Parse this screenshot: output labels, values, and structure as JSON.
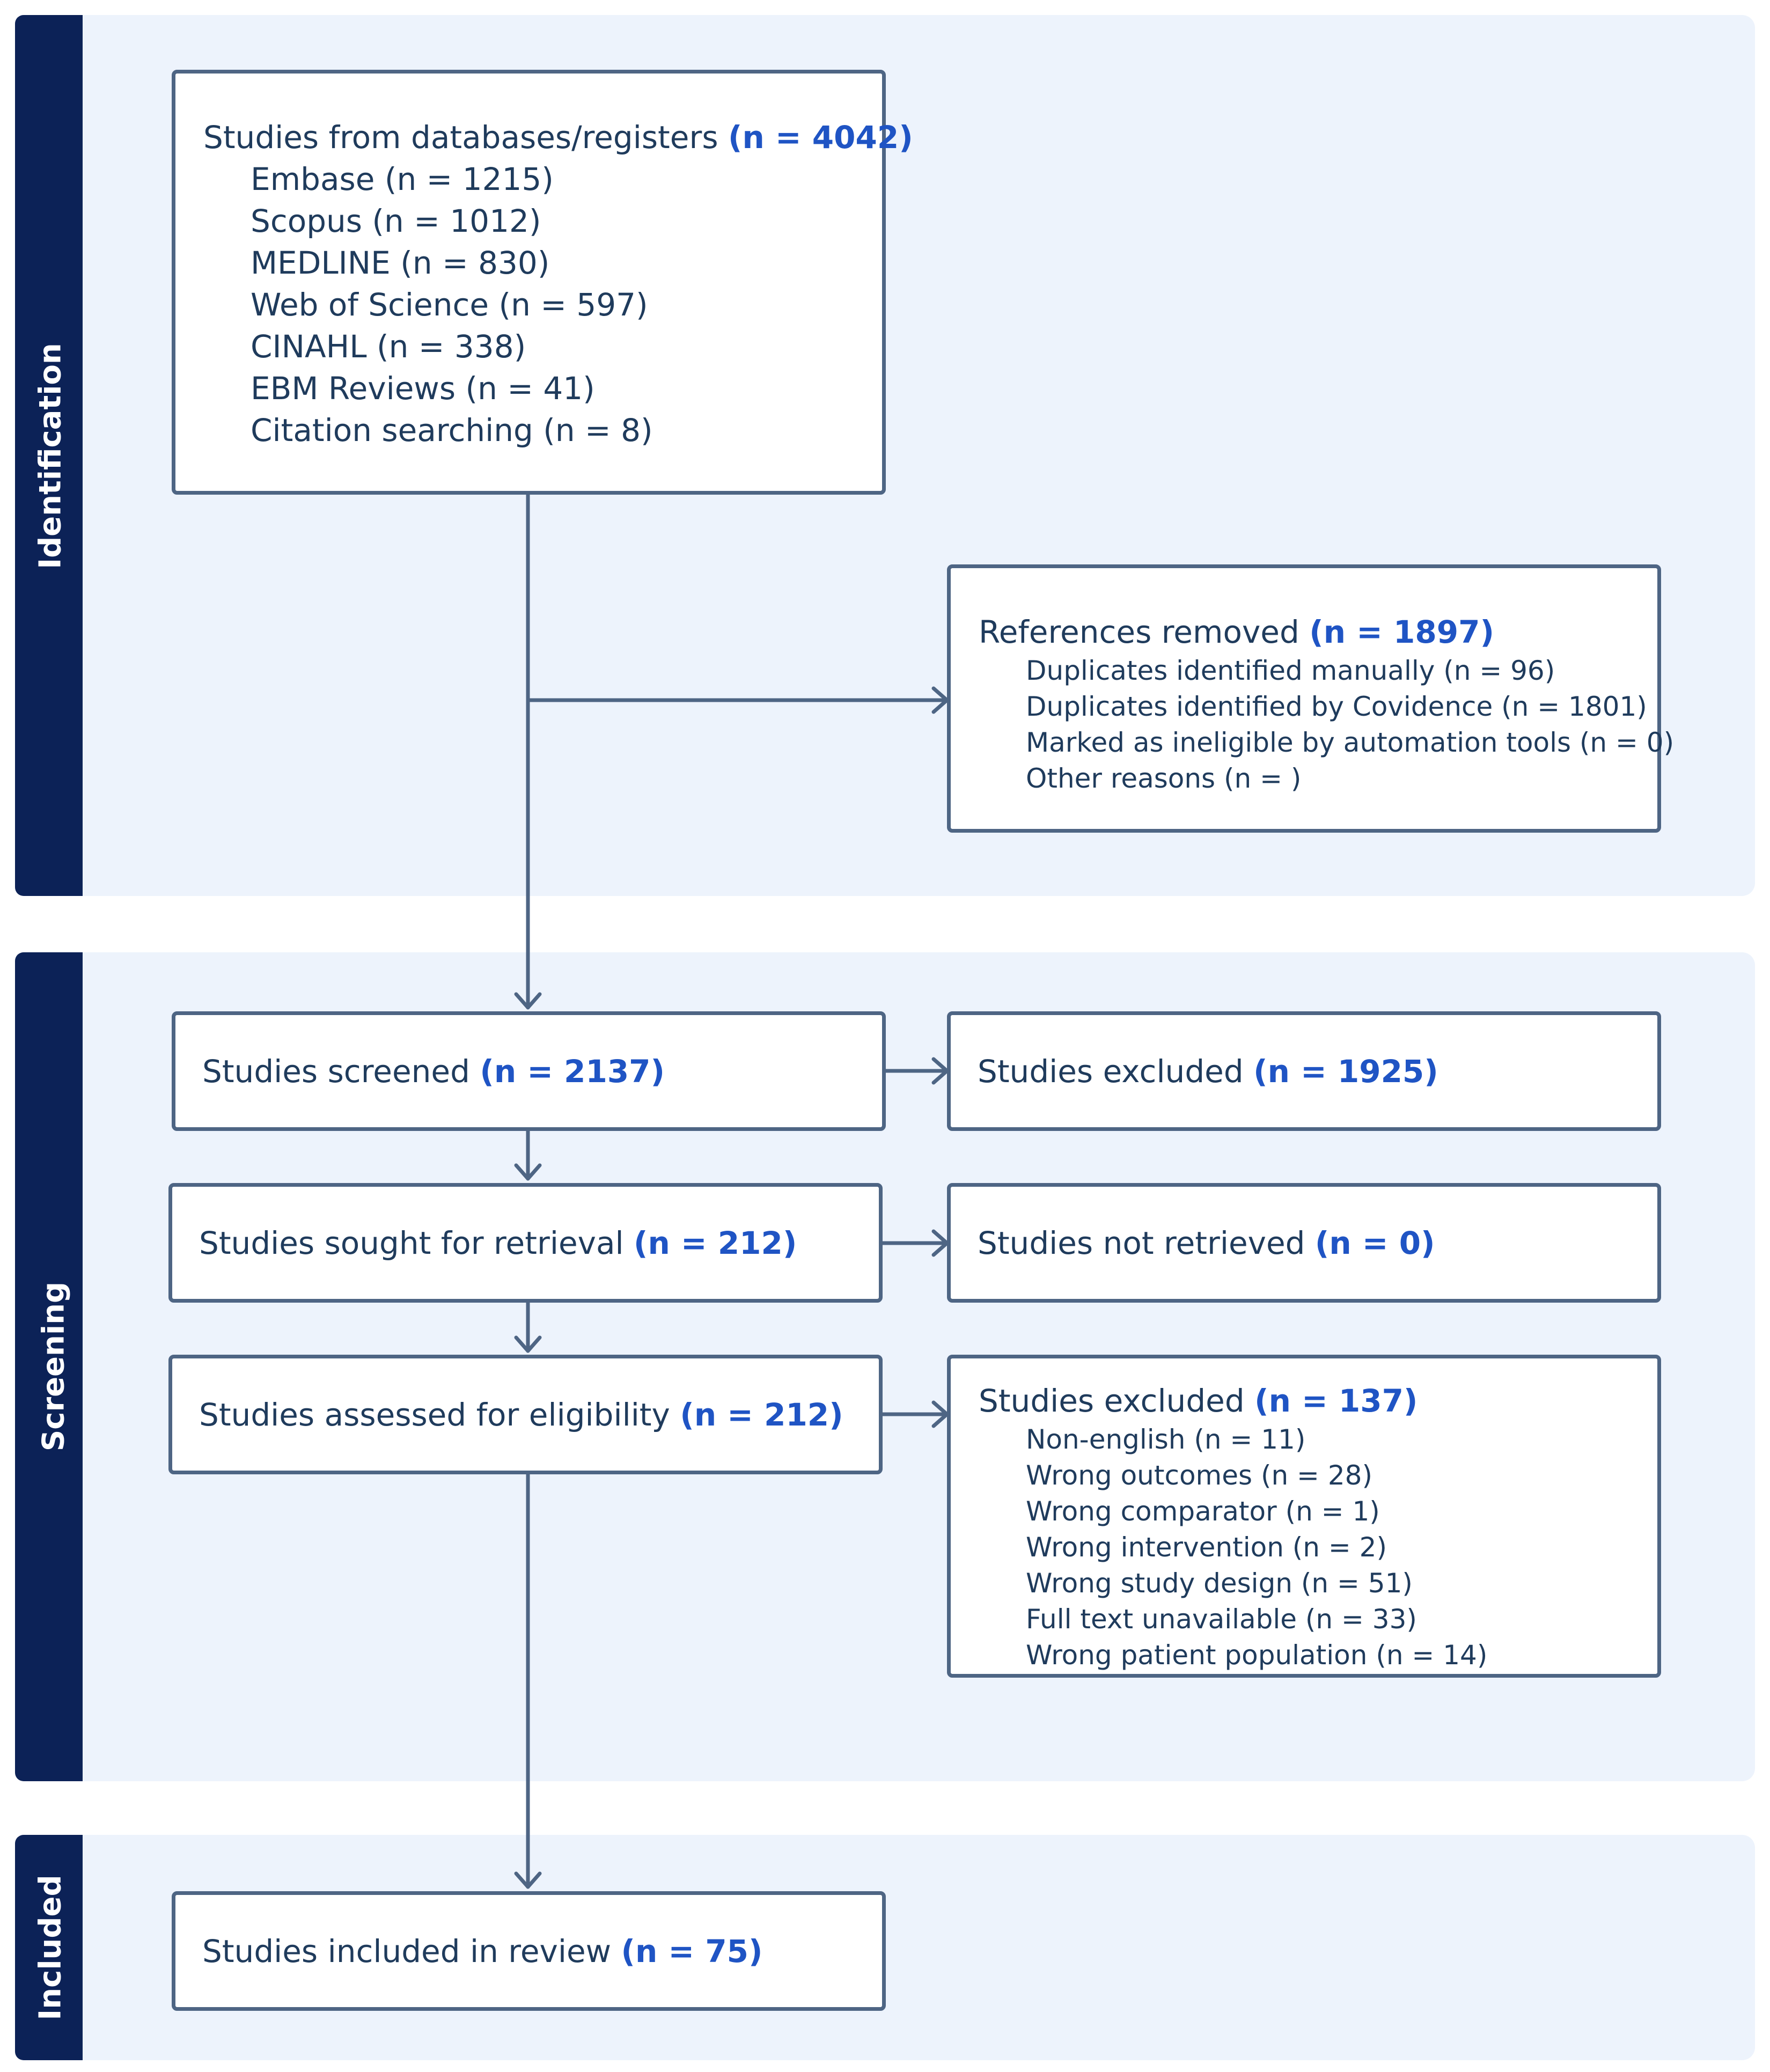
{
  "stages": {
    "identification": "Identification",
    "screening": "Screening",
    "included": "Included"
  },
  "identification_box": {
    "title": "Studies from databases/registers",
    "count": "(n = 4042)",
    "items": [
      "Embase (n = 1215)",
      "Scopus (n = 1012)",
      "MEDLINE (n = 830)",
      "Web of Science (n = 597)",
      "CINAHL (n = 338)",
      "EBM Reviews (n = 41)",
      "Citation searching (n = 8)"
    ]
  },
  "removed_box": {
    "title": "References removed",
    "count": "(n = 1897)",
    "items": [
      "Duplicates identified manually (n = 96)",
      "Duplicates identified by Covidence (n = 1801)",
      "Marked as ineligible by automation tools (n = 0)",
      "Other reasons (n = )"
    ]
  },
  "screened_box": {
    "label": "Studies screened",
    "count": "(n = 2137)"
  },
  "screen_excluded_box": {
    "label": "Studies excluded",
    "count": "(n = 1925)"
  },
  "sought_box": {
    "label": "Studies sought for retrieval",
    "count": "(n = 212)"
  },
  "not_retrieved_box": {
    "label": "Studies not retrieved",
    "count": "(n = 0)"
  },
  "assessed_box": {
    "label": "Studies assessed for eligibility",
    "count": "(n = 212)"
  },
  "eligibility_excluded_box": {
    "title": "Studies excluded",
    "count": "(n = 137)",
    "items": [
      "Non-english (n = 11)",
      "Wrong outcomes (n = 28)",
      "Wrong comparator (n = 1)",
      "Wrong intervention (n = 2)",
      "Wrong study design (n = 51)",
      "Full text unavailable (n = 33)",
      "Wrong patient population (n = 14)"
    ]
  },
  "included_box": {
    "label": "Studies included in review",
    "count": "(n = 75)"
  },
  "colors": {
    "stage_tab": "#0c2257",
    "stage_background": "#edf3fc",
    "box_border": "#4e6584",
    "count_text": "#1f54c4",
    "body_text": "#1f3b5c"
  }
}
